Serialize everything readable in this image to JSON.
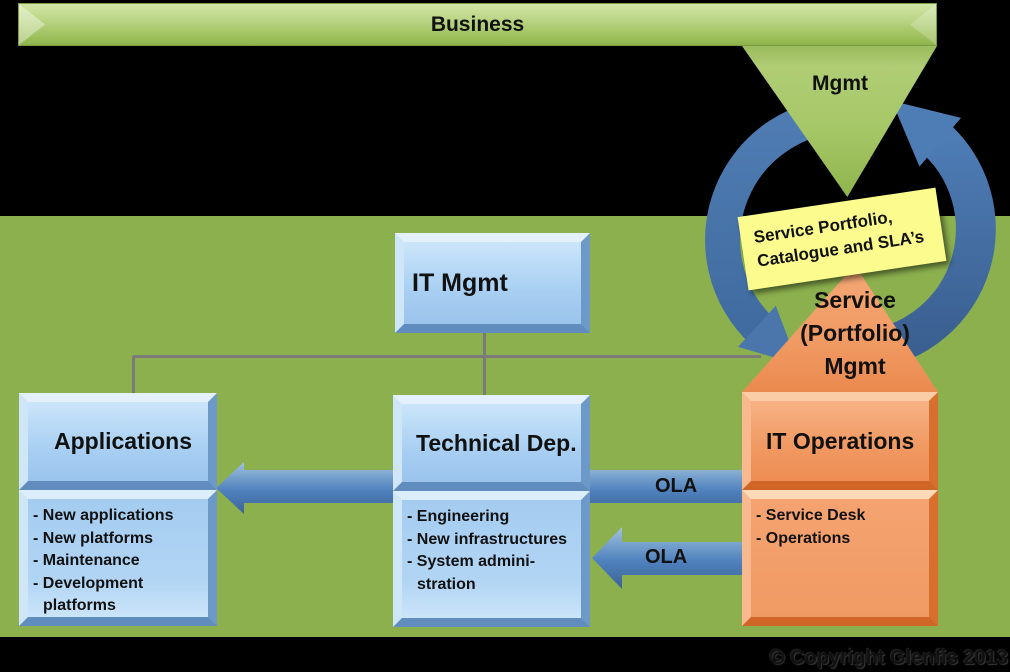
{
  "business_bar": {
    "label": "Business"
  },
  "mgmt_triangle": {
    "label": "Mgmt"
  },
  "note": {
    "line1": "Service Portfolio,",
    "line2": "Catalogue and SLA’s"
  },
  "it_mgmt": {
    "title": "IT Mgmt"
  },
  "applications": {
    "title": "Applications",
    "lines": [
      "- New applications",
      "- New platforms",
      "- Maintenance",
      "- Development",
      "platforms"
    ]
  },
  "technical_dep": {
    "title": "Technical Dep.",
    "lines": [
      "- Engineering",
      "- New infrastructures",
      "- System admini-",
      "stration"
    ]
  },
  "it_operations": {
    "title": "IT Operations",
    "lines": [
      "- Service Desk",
      "- Operations"
    ]
  },
  "service_portfolio_mgmt": {
    "line1": "Service",
    "line2": "(Portfolio)",
    "line3": "Mgmt"
  },
  "ola": {
    "label1": "OLA",
    "label2": "OLA"
  },
  "footer": {
    "copyright": "© Copyright Glenfis 2013"
  },
  "colors": {
    "background_top": "#000000",
    "background_green": "#8CB04E",
    "bar_green": "#A6C767",
    "box_blue": "#A8CFF2",
    "box_orange": "#F09A63",
    "arrow_blue": "#4F81BD",
    "cycle_arrow_blue": "#4C77AC",
    "note_yellow": "#FBFB8E",
    "connector_gray": "#7B7B7B"
  }
}
